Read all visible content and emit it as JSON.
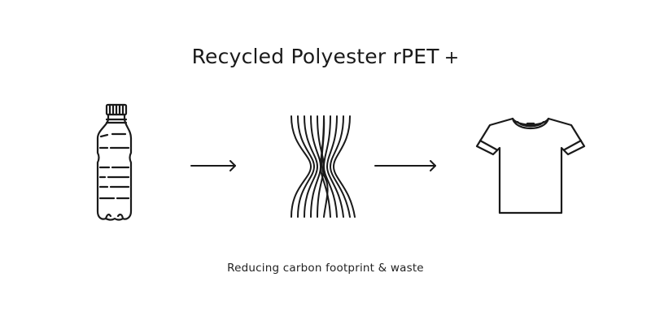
{
  "title": {
    "text": "Recycled Polyester rPET",
    "suffix": "+"
  },
  "caption": "Reducing carbon footprint & waste",
  "diagram": {
    "steps": [
      {
        "name": "plastic-bottle",
        "icon": "bottle-icon"
      },
      {
        "name": "polyester-fibers",
        "icon": "fiber-icon"
      },
      {
        "name": "t-shirt",
        "icon": "tshirt-icon"
      }
    ],
    "connectors": [
      "arrow-right-icon",
      "arrow-right-icon"
    ]
  },
  "colors": {
    "stroke": "#1a1a1a",
    "background": "#ffffff"
  }
}
